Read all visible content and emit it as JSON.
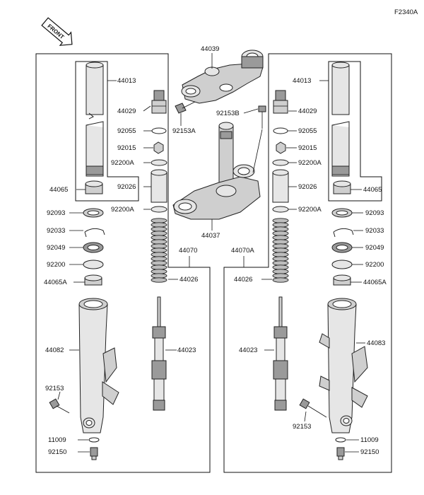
{
  "figure_code": "F2340A",
  "front_badge": "FRONT",
  "labels": {
    "p44039": "44039",
    "p44013_l": "44013",
    "p44029_l": "44029",
    "p92055_l": "92055",
    "p92015_l": "92015",
    "p92200A_l1": "92200A",
    "p92026_l": "92026",
    "p92200A_l2": "92200A",
    "p44065_l": "44065",
    "p92093_l": "92093",
    "p92033_l": "92033",
    "p92049_l": "92049",
    "p92200_l": "92200",
    "p44065A_l": "44065A",
    "p44082": "44082",
    "p92153_l": "92153",
    "p11009_l": "11009",
    "p92150_l": "92150",
    "p44070": "44070",
    "p44026_l": "44026",
    "p44023_l": "44023",
    "p92153A": "92153A",
    "p92153B": "92153B",
    "p44037": "44037",
    "p44013_r": "44013",
    "p44029_r": "44029",
    "p92055_r": "92055",
    "p92015_r": "92015",
    "p92200A_r1": "92200A",
    "p92026_r": "92026",
    "p92200A_r2": "92200A",
    "p44065_r": "44065",
    "p92093_r": "92093",
    "p92033_r": "92033",
    "p92049_r": "92049",
    "p92200_r": "92200",
    "p44065A_r": "44065A",
    "p44083": "44083",
    "p92153_r": "92153",
    "p11009_r": "11009",
    "p92150_r": "92150",
    "p44070A": "44070A",
    "p44026_r": "44026",
    "p44023_r": "44023"
  }
}
